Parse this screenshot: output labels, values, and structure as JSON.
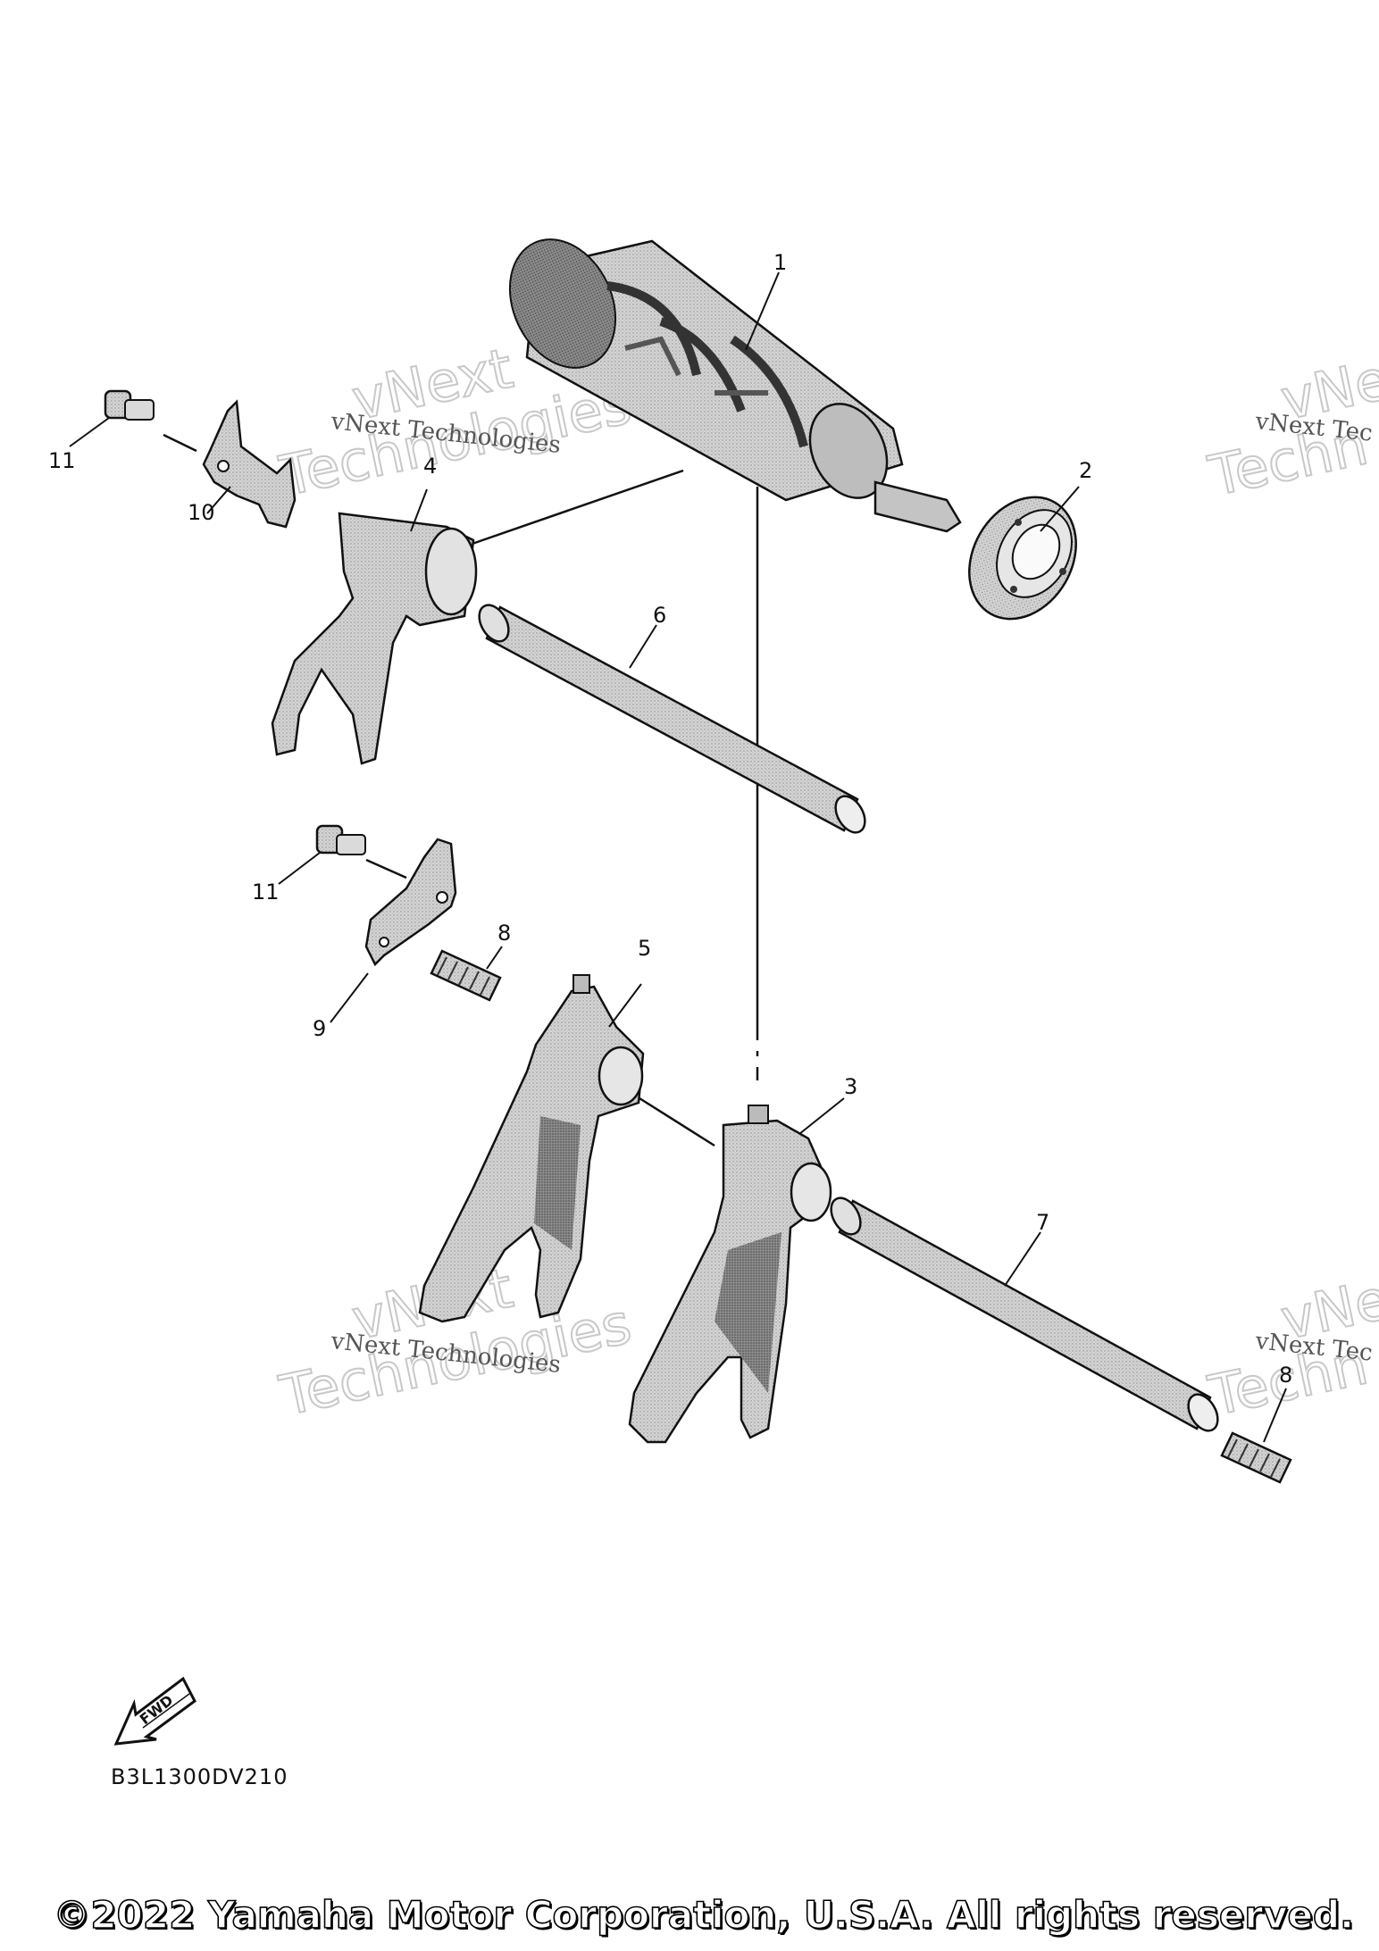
{
  "callouts": {
    "c1": "1",
    "c2": "2",
    "c3": "3",
    "c4": "4",
    "c5": "5",
    "c6": "6",
    "c7": "7",
    "c8a": "8",
    "c8b": "8",
    "c9": "9",
    "c10": "10",
    "c11a": "11",
    "c11b": "11"
  },
  "watermarks": {
    "small": "vNext Technologies",
    "small_cut": "vNext Tec",
    "big_line1": "vNext",
    "big_line2": "Technologies",
    "big_cut1": "vNe",
    "big_cut2": "Techn"
  },
  "fwd_label": "FWD",
  "part_code": "B3L1300DV210",
  "copyright": "©2022 Yamaha Motor Corporation, U.S.A. All rights reserved.",
  "colors": {
    "part_fill": "#cfcfcf",
    "part_shade": "#9a9a9a",
    "line": "#111111"
  }
}
